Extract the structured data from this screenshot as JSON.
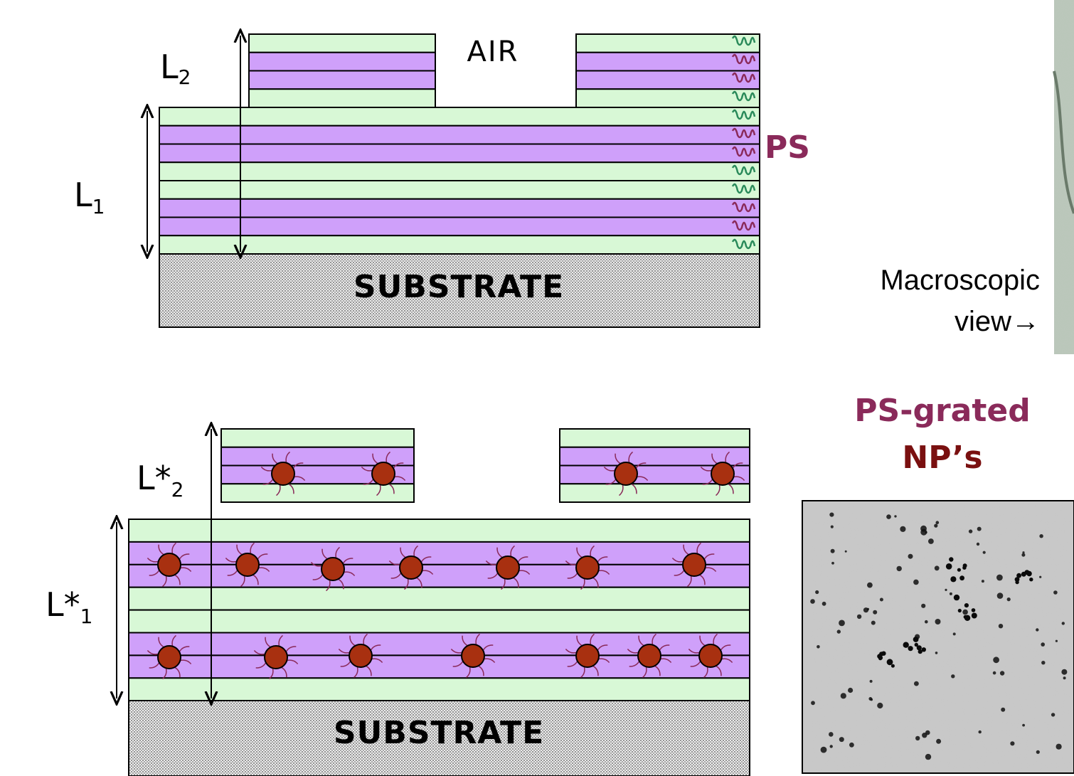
{
  "top_diagram": {
    "l2_label": "L",
    "l2_sub": "2",
    "l1_label": "L",
    "l1_sub": "1",
    "air_label": "AIR",
    "substrate_label": "SUBSTRATE",
    "ps_label": "PS"
  },
  "bottom_diagram": {
    "l2_label": "L*",
    "l2_sub": "2",
    "l1_label": "L*",
    "l1_sub": "1",
    "substrate_label": "SUBSTRATE"
  },
  "side": {
    "macroscopic_line1": "Macroscopic",
    "macroscopic_line2": "view→",
    "grated_line1": "PS-grated",
    "grated_line2": "NP’s"
  },
  "colors": {
    "green_layer": "#d8f8d6",
    "purple_layer": "#cfa0fa",
    "nanoparticle": "#a83010",
    "chain_purple": "#8a2a5a",
    "chain_green": "#2a8a5a",
    "substrate_bg": "#e4e4e4",
    "tem_bg": "#c8c8c8"
  },
  "layer_sequences": {
    "top_lower_stack": [
      "green",
      "purple",
      "purple",
      "green",
      "green",
      "purple",
      "purple",
      "green"
    ],
    "top_upper_stack": [
      "green",
      "purple",
      "purple",
      "green"
    ],
    "bottom_lower_stack": [
      "green",
      "purple",
      "purple",
      "green",
      "green",
      "purple",
      "purple",
      "green"
    ],
    "bottom_upper_stack": [
      "green",
      "purple",
      "purple",
      "green"
    ]
  }
}
